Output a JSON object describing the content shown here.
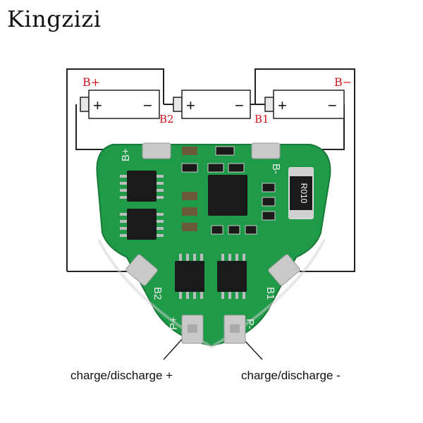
{
  "brand": "Kingzizi",
  "battery_labels": {
    "b_plus": "B+",
    "b2": "B2",
    "b1": "B1",
    "b_minus": "B−"
  },
  "battery_signs": {
    "plus": "+",
    "minus": "−"
  },
  "pcb_labels": {
    "b_plus": "B+",
    "b_minus": "B-",
    "b2": "B2",
    "b1": "B1",
    "p_plus": "P+",
    "p_minus": "P-"
  },
  "resistor_label": "R010",
  "annotations": {
    "left": "charge/discharge +",
    "right": "charge/discharge -"
  },
  "colors": {
    "pcb_green": "#1f9a48",
    "wire": "#222222",
    "pad": "#c9c9c9",
    "red_label": "#d2141e"
  }
}
